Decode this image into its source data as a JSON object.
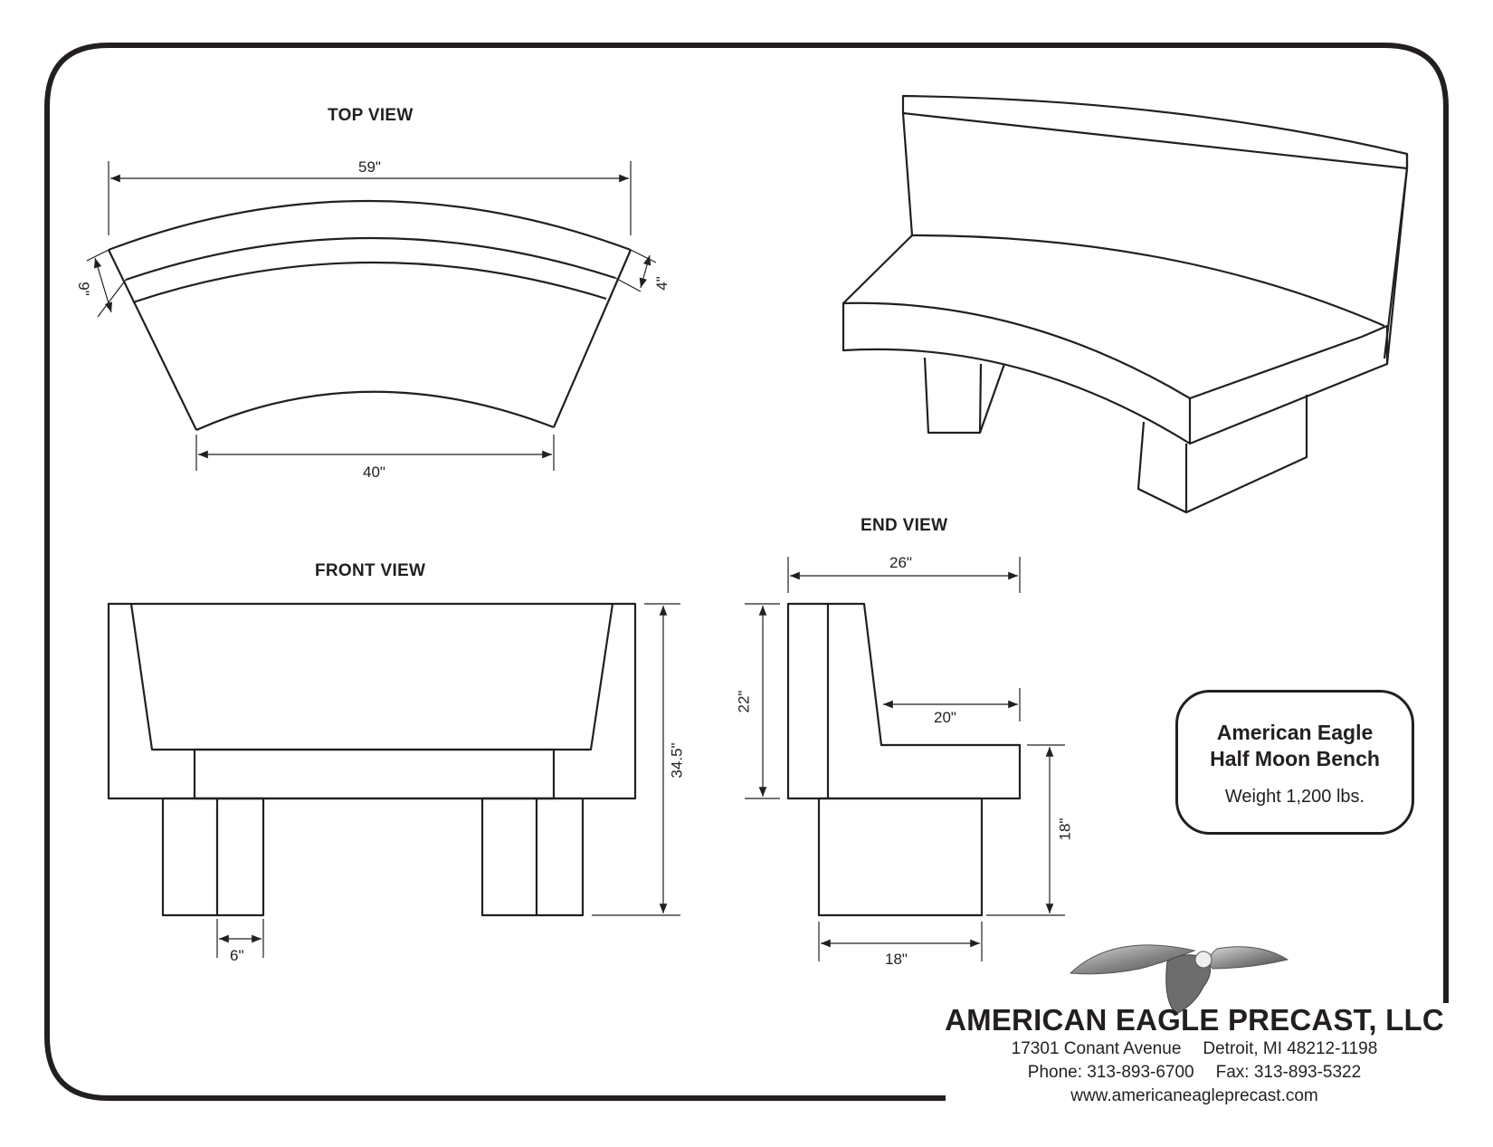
{
  "views": {
    "top": "TOP VIEW",
    "front": "FRONT VIEW",
    "end": "END VIEW"
  },
  "dimensions": {
    "top_width": "59\"",
    "top_inner": "40\"",
    "top_depth_left": "9\"",
    "top_depth_right": "4\"",
    "front_height": "34.5\"",
    "front_leg": "6\"",
    "end_width": "26\"",
    "end_back": "22\"",
    "end_seat": "20\"",
    "end_seat_height": "18\"",
    "end_base": "18\""
  },
  "product": {
    "name_line1": "American Eagle",
    "name_line2": "Half Moon Bench",
    "weight": "Weight 1,200 lbs."
  },
  "company": {
    "name": "AMERICAN EAGLE PRECAST, LLC",
    "street": "17301 Conant Avenue",
    "city": "Detroit, MI 48212-1198",
    "phone": "Phone: 313-893-6700",
    "fax": "Fax: 313-893-5322",
    "website": "www.americaneagleprecast.com"
  },
  "colors": {
    "ink": "#231f20",
    "paper": "#ffffff"
  }
}
